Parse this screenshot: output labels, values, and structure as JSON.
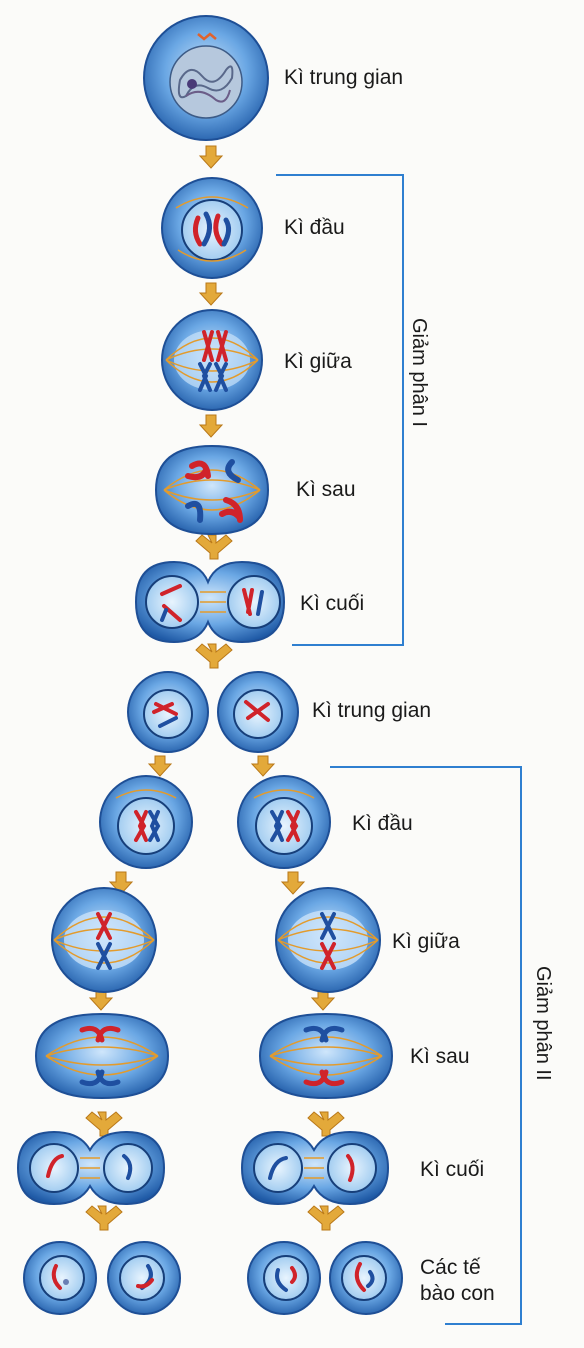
{
  "stages": {
    "interphase_1": "Kì trung gian",
    "prophase_1": "Kì đầu",
    "metaphase_1": "Kì giữa",
    "anaphase_1": "Kì sau",
    "telophase_1": "Kì cuối",
    "interphase_2": "Kì trung gian",
    "prophase_2": "Kì đầu",
    "metaphase_2": "Kì giữa",
    "anaphase_2": "Kì sau",
    "telophase_2": "Kì cuối",
    "daughter_cells_line1": "Các tế",
    "daughter_cells_line2": "bào con"
  },
  "phases": {
    "meiosis_1": "Giảm phân I",
    "meiosis_2": "Giảm phân II"
  },
  "colors": {
    "cell_fill": "#4a8fd6",
    "cell_edge": "#1e4f96",
    "nucleus": "#a9d4f4",
    "spindle": "#e39b2c",
    "chrom_red": "#d0232a",
    "chrom_blue": "#1f4fa0",
    "arrow": "#e3a93a",
    "bracket": "#2f7fd0"
  }
}
